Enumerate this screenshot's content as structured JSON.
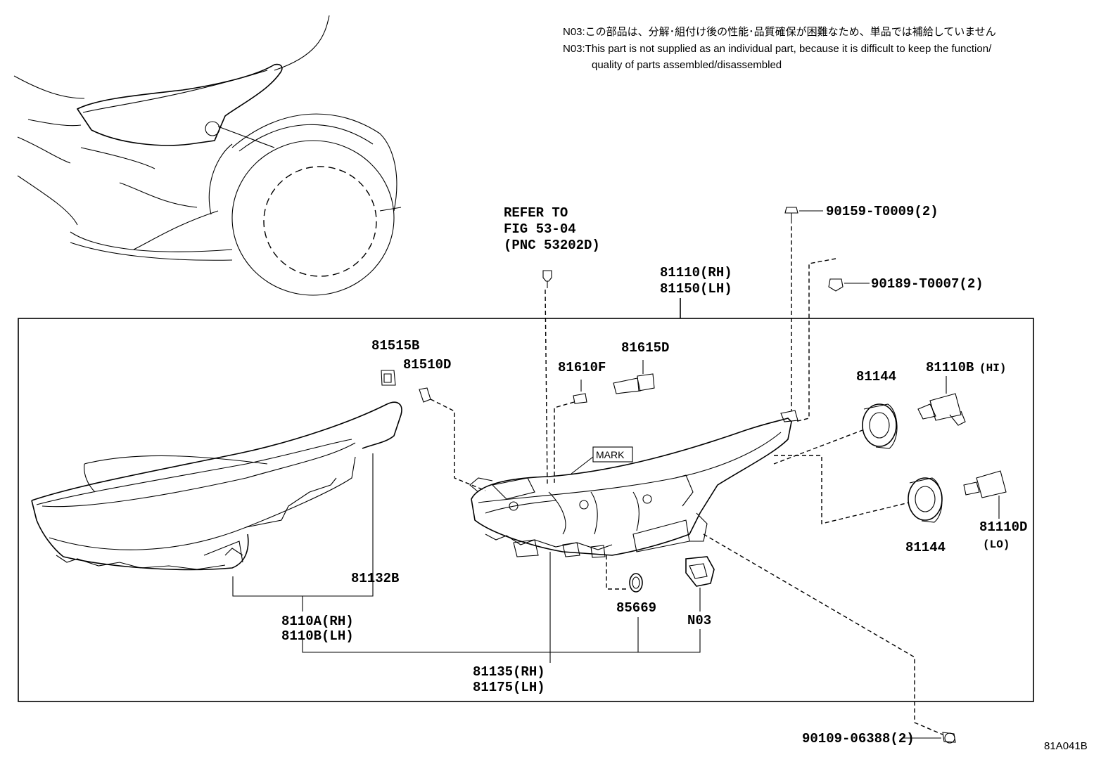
{
  "notes": {
    "jp": "N03:この部品は、分解･組付け後の性能･品質確保が困難なため、単品では補給していません",
    "en_line1": "N03:This part is not supplied as an individual part, because it is difficult to keep the function/",
    "en_line2": "quality of parts assembled/disassembled"
  },
  "figure_code": "81A041B",
  "refer": [
    "REFER TO",
    "FIG 53-04",
    "(PNC 53202D)"
  ],
  "mark_label": "MARK",
  "parts": {
    "p90159": "90159-T0009(2)",
    "p90189": "90189-T0007(2)",
    "p90109": "90109-06388(2)",
    "assy_rh": "81110(RH)",
    "assy_lh": "81150(LH)",
    "p81515": "81515B",
    "p81510": "81510D",
    "p81610": "81610F",
    "p81615": "81615D",
    "p81144_top": "81144",
    "p81144_bot": "81144",
    "hi_num": "81110B",
    "hi_tag": "(HI)",
    "lo_num": "81110D",
    "lo_tag": "(LO)",
    "p81132": "81132B",
    "lens_rh": "8110A(RH)",
    "lens_lh": "8110B(LH)",
    "p85669": "85669",
    "n03": "N03",
    "housing_rh": "81135(RH)",
    "housing_lh": "81175(LH)"
  }
}
